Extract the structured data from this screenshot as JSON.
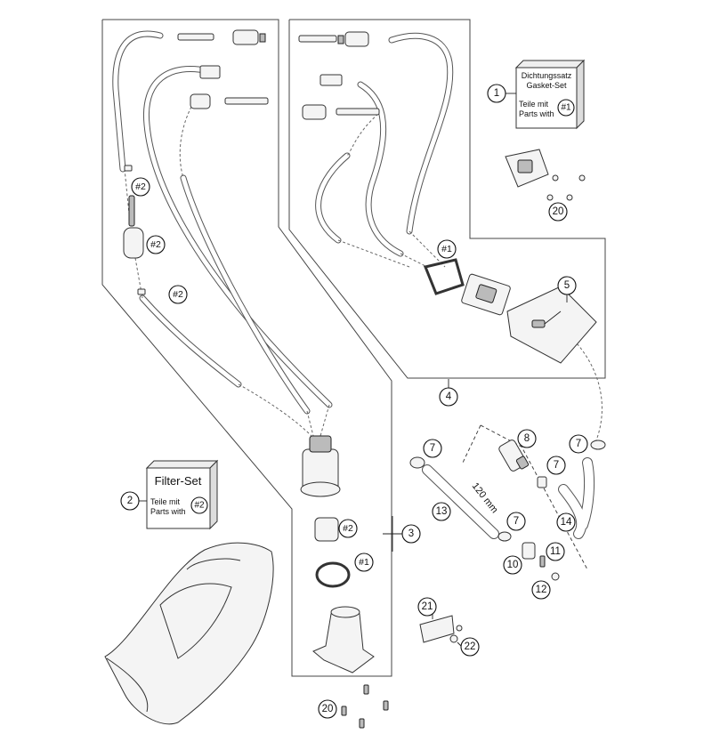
{
  "callouts": {
    "c1": "1",
    "c2": "2",
    "c3": "3",
    "c4": "4",
    "c5": "5",
    "c7a": "7",
    "c7b": "7",
    "c7c": "7",
    "c7d": "7",
    "c8": "8",
    "c10": "10",
    "c11": "11",
    "c12": "12",
    "c13": "13",
    "c14": "14",
    "c20a": "20",
    "c20b": "20",
    "c21": "21",
    "c22": "22",
    "h2a": "#2",
    "h2b": "#2",
    "h2c": "#2",
    "h2d": "#2",
    "h1a": "#1",
    "h1b": "#1"
  },
  "gasket_set_box": {
    "line1": "Dichtungssatz",
    "line2": "Gasket-Set",
    "line3": "Teile mit",
    "line4": "Parts with",
    "ref": "#1"
  },
  "filter_set_box": {
    "title": "Filter-Set",
    "line3": "Teile mit",
    "line4": "Parts with",
    "ref": "#2"
  },
  "hose_length_label": "120 mm"
}
